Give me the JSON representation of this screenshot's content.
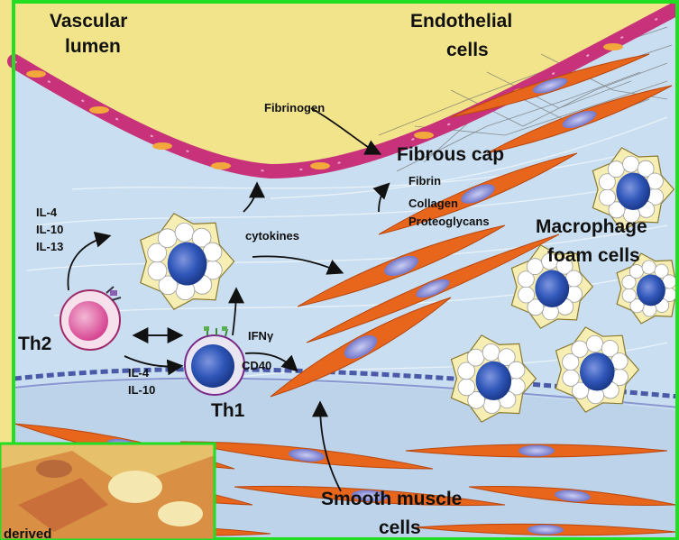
{
  "labels": {
    "vascular_lumen_line1": "Vascular",
    "vascular_lumen_line2": "lumen",
    "endothelial_line1": "Endothelial",
    "endothelial_line2": "cells",
    "fibrinogen": "Fibrinogen",
    "fibrous_cap": "Fibrous cap",
    "fibrin": "Fibrin",
    "collagen": "Collagen",
    "proteoglycans": "Proteoglycans",
    "macrophage_line1": "Macrophage",
    "macrophage_line2": "foam cells",
    "cytokines": "cytokines",
    "il4_top": "IL-4",
    "il10_top": "IL-10",
    "il13": "IL-13",
    "th2": "Th2",
    "th1": "Th1",
    "ifn": "IFNγ",
    "cd40": "CD40",
    "il4_bottom": "IL-4",
    "il10_bottom": "IL-10",
    "smooth_muscle_line1": "Smooth muscle",
    "smooth_muscle_line2": "cells",
    "inset_text": "derived"
  },
  "colors": {
    "background": "#f2e48a",
    "frame": "#22dd22",
    "tissue": "#c9def0",
    "endothelium": "#c8327a",
    "smooth_muscle": "#e8651c",
    "nucleus": "#2a4fb0",
    "foam_cell": "#f7eeb4",
    "th2_cell": "#e0559a"
  }
}
